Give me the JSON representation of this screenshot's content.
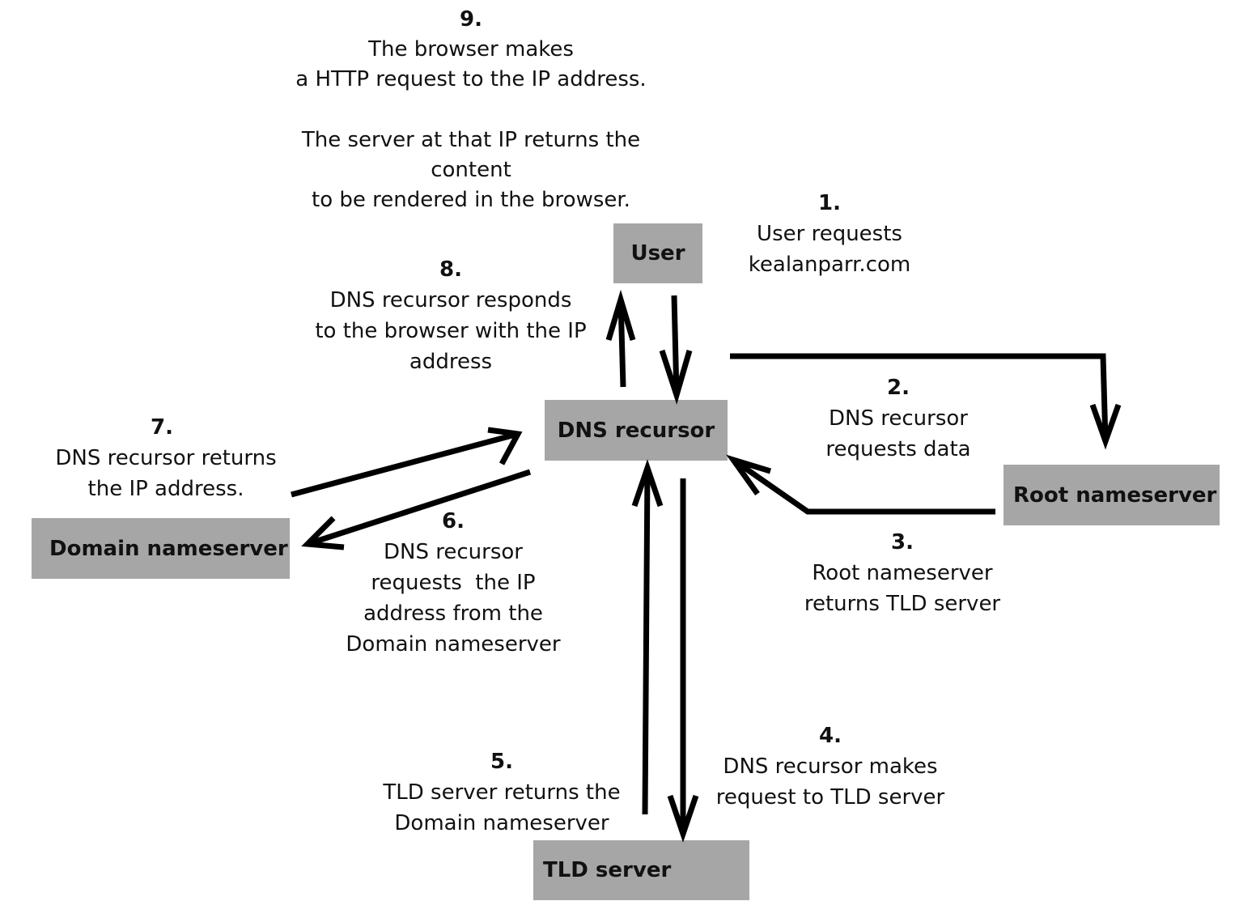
{
  "nodes": {
    "user": "User",
    "dns_recursor": "DNS recursor",
    "root_nameserver": "Root nameserver",
    "tld_server": "TLD server",
    "domain_nameserver": "Domain nameserver"
  },
  "steps": {
    "s1": {
      "num": "1.",
      "lines": [
        "User requests",
        "kealanparr.com"
      ]
    },
    "s2": {
      "num": "2.",
      "lines": [
        "DNS recursor",
        "requests data"
      ]
    },
    "s3": {
      "num": "3.",
      "lines": [
        "Root nameserver",
        "returns TLD server"
      ]
    },
    "s4": {
      "num": "4.",
      "lines": [
        "DNS recursor makes",
        "request to TLD server"
      ]
    },
    "s5": {
      "num": "5.",
      "lines": [
        "TLD server returns the",
        "Domain nameserver"
      ]
    },
    "s6": {
      "num": "6.",
      "lines": [
        "DNS recursor",
        "requests  the IP",
        "address from the",
        "Domain nameserver"
      ]
    },
    "s7": {
      "num": "7.",
      "lines": [
        "DNS recursor returns",
        "the IP address."
      ]
    },
    "s8": {
      "num": "8.",
      "lines": [
        "DNS recursor responds",
        "to the browser with the IP",
        "address"
      ]
    },
    "s9": {
      "num": "9.",
      "lines_a": [
        "The browser makes",
        "a HTTP request to the IP address."
      ],
      "lines_b": [
        "The server at that IP returns the",
        "content",
        "to be rendered in the browser."
      ]
    }
  },
  "colors": {
    "node_fill": "#a6a6a6",
    "arrow": "#000000",
    "text": "#111111"
  }
}
